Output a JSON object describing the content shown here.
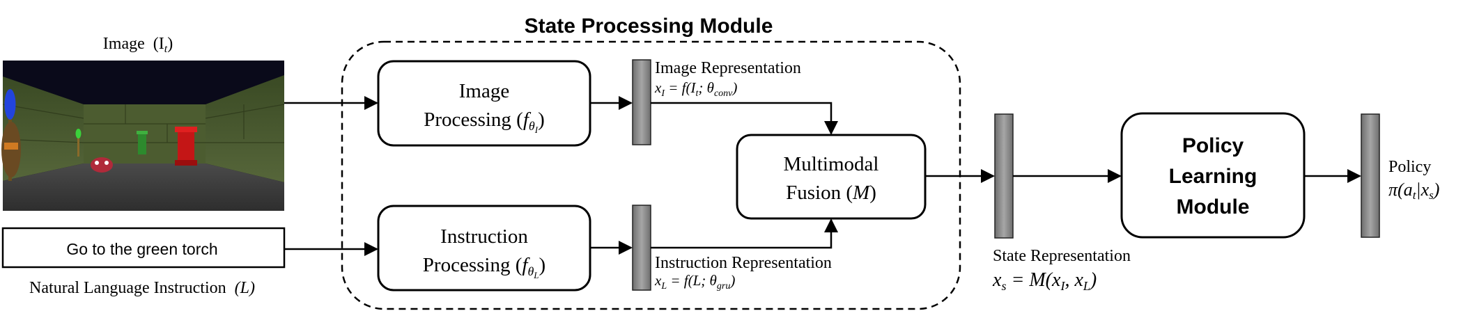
{
  "title": "State Processing Module",
  "image_panel": {
    "label_prefix": "Image",
    "label_math": "(I",
    "label_sub": "t",
    "label_close": ")"
  },
  "instruction_box": {
    "text": "Go to the green torch"
  },
  "instruction_caption": {
    "text": "Natural Language Instruction",
    "math": "(L)"
  },
  "image_processing": {
    "line1": "Image",
    "line2": "Processing (",
    "f": "f",
    "sub": "θ",
    "subsub": "I",
    "close": ")"
  },
  "instruction_processing": {
    "line1": "Instruction",
    "line2": "Processing (",
    "f": "f",
    "sub": "θ",
    "subsub": "L",
    "close": ")"
  },
  "image_representation": {
    "label": "Image Representation",
    "formula_x": "x",
    "formula_xsub": "I",
    "formula_rest": " =  f(I",
    "formula_t": "t",
    "formula_semi": "; θ",
    "formula_theta_sub": "conv",
    "formula_close": ")"
  },
  "instruction_representation": {
    "label": "Instruction Representation",
    "formula_x": "x",
    "formula_xsub": "L",
    "formula_rest": " =  f(L; θ",
    "formula_theta_sub": "gru",
    "formula_close": ")"
  },
  "fusion": {
    "line1": "Multimodal",
    "line2": "Fusion (",
    "math": "M",
    "close": ")"
  },
  "state_representation": {
    "label": "State Representation",
    "formula_x": "x",
    "formula_xsub": "s",
    "formula_rest": " = M(x",
    "formula_i": "I",
    "formula_comma": ", x",
    "formula_l": "L",
    "formula_close": ")"
  },
  "policy_module": {
    "line1": "Policy",
    "line2": "Learning",
    "line3": "Module"
  },
  "policy_output": {
    "label": "Policy",
    "formula_pi": "π(a",
    "formula_t": "t",
    "formula_bar": "|x",
    "formula_s": "s",
    "formula_close": ")"
  },
  "colors": {
    "bar_fill": "#8c8c8c",
    "wall_green": "#4b5a2e",
    "floor_gray": "#5a5a5a",
    "sky": "#0a0a1a"
  }
}
